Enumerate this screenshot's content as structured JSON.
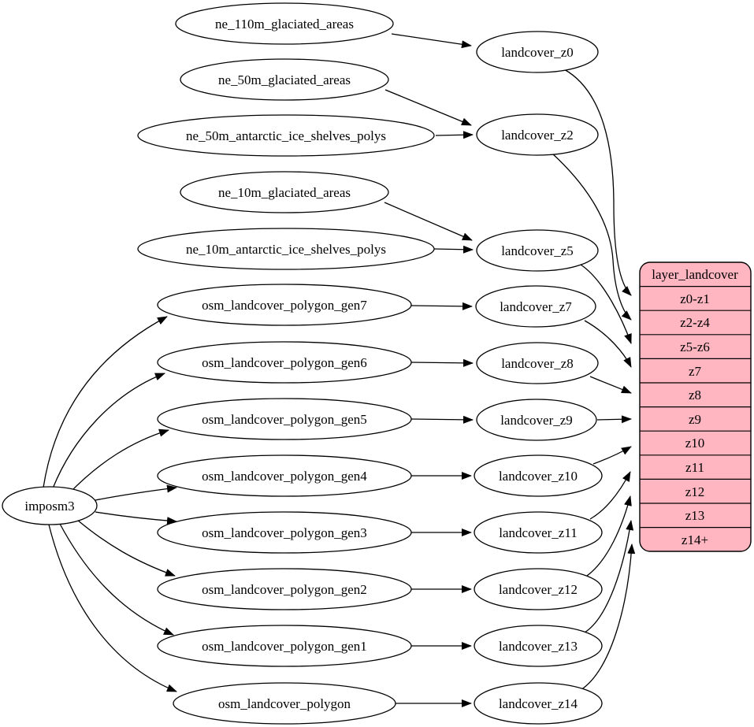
{
  "diagram": {
    "kind": "graphviz-dependency-diagram",
    "colors": {
      "background": "#ffffff",
      "stroke": "#000000",
      "node_fill": "#ffffff",
      "table_fill": "#ffb6c1"
    },
    "nodes": {
      "imposm3": "imposm3",
      "ne_110m_glaciated_areas": "ne_110m_glaciated_areas",
      "ne_50m_glaciated_areas": "ne_50m_glaciated_areas",
      "ne_50m_antarctic_ice_shelves_polys": "ne_50m_antarctic_ice_shelves_polys",
      "ne_10m_glaciated_areas": "ne_10m_glaciated_areas",
      "ne_10m_antarctic_ice_shelves_polys": "ne_10m_antarctic_ice_shelves_polys",
      "osm_landcover_polygon_gen7": "osm_landcover_polygon_gen7",
      "osm_landcover_polygon_gen6": "osm_landcover_polygon_gen6",
      "osm_landcover_polygon_gen5": "osm_landcover_polygon_gen5",
      "osm_landcover_polygon_gen4": "osm_landcover_polygon_gen4",
      "osm_landcover_polygon_gen3": "osm_landcover_polygon_gen3",
      "osm_landcover_polygon_gen2": "osm_landcover_polygon_gen2",
      "osm_landcover_polygon_gen1": "osm_landcover_polygon_gen1",
      "osm_landcover_polygon": "osm_landcover_polygon",
      "landcover_z0": "landcover_z0",
      "landcover_z2": "landcover_z2",
      "landcover_z5": "landcover_z5",
      "landcover_z7": "landcover_z7",
      "landcover_z8": "landcover_z8",
      "landcover_z9": "landcover_z9",
      "landcover_z10": "landcover_z10",
      "landcover_z11": "landcover_z11",
      "landcover_z12": "landcover_z12",
      "landcover_z13": "landcover_z13",
      "landcover_z14": "landcover_z14"
    },
    "table": {
      "title": "layer_landcover",
      "rows": [
        "z0-z1",
        "z2-z4",
        "z5-z6",
        "z7",
        "z8",
        "z9",
        "z10",
        "z11",
        "z12",
        "z13",
        "z14+"
      ]
    },
    "edges": [
      [
        "ne_110m_glaciated_areas",
        "landcover_z0"
      ],
      [
        "ne_50m_glaciated_areas",
        "landcover_z2"
      ],
      [
        "ne_50m_antarctic_ice_shelves_polys",
        "landcover_z2"
      ],
      [
        "ne_10m_glaciated_areas",
        "landcover_z5"
      ],
      [
        "ne_10m_antarctic_ice_shelves_polys",
        "landcover_z5"
      ],
      [
        "osm_landcover_polygon_gen7",
        "landcover_z7"
      ],
      [
        "osm_landcover_polygon_gen6",
        "landcover_z8"
      ],
      [
        "osm_landcover_polygon_gen5",
        "landcover_z9"
      ],
      [
        "osm_landcover_polygon_gen4",
        "landcover_z10"
      ],
      [
        "osm_landcover_polygon_gen3",
        "landcover_z11"
      ],
      [
        "osm_landcover_polygon_gen2",
        "landcover_z12"
      ],
      [
        "osm_landcover_polygon_gen1",
        "landcover_z13"
      ],
      [
        "osm_landcover_polygon",
        "landcover_z14"
      ],
      [
        "imposm3",
        "osm_landcover_polygon_gen7"
      ],
      [
        "imposm3",
        "osm_landcover_polygon_gen6"
      ],
      [
        "imposm3",
        "osm_landcover_polygon_gen5"
      ],
      [
        "imposm3",
        "osm_landcover_polygon_gen4"
      ],
      [
        "imposm3",
        "osm_landcover_polygon_gen3"
      ],
      [
        "imposm3",
        "osm_landcover_polygon_gen2"
      ],
      [
        "imposm3",
        "osm_landcover_polygon_gen1"
      ],
      [
        "imposm3",
        "osm_landcover_polygon"
      ],
      [
        "landcover_z0",
        "z0-z1"
      ],
      [
        "landcover_z2",
        "z2-z4"
      ],
      [
        "landcover_z5",
        "z5-z6"
      ],
      [
        "landcover_z7",
        "z7"
      ],
      [
        "landcover_z8",
        "z8"
      ],
      [
        "landcover_z9",
        "z9"
      ],
      [
        "landcover_z10",
        "z10"
      ],
      [
        "landcover_z11",
        "z11"
      ],
      [
        "landcover_z12",
        "z12"
      ],
      [
        "landcover_z13",
        "z13"
      ],
      [
        "landcover_z14",
        "z14+"
      ]
    ]
  }
}
